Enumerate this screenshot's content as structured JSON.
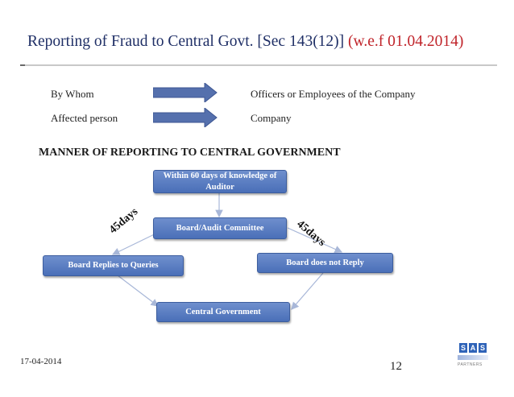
{
  "slide": {
    "title_main": "Reporting of Fraud to Central Govt. [Sec 143(12)] ",
    "title_effective": "(w.e.f 01.04.2014)",
    "rows": [
      {
        "label": "By Whom",
        "value": "Officers or Employees of the Company"
      },
      {
        "label": "Affected person",
        "value": "Company"
      }
    ],
    "section_heading": "MANNER OF REPORTING TO CENTRAL GOVERNMENT",
    "footer_date": "17-04-2014",
    "page_number": "12"
  },
  "flowchart": {
    "start_box": "Within 60 days of  knowledge of Auditor",
    "committee_box": "Board/Audit Committee",
    "left_box": "Board Replies to Queries",
    "right_box": "Board does not Reply",
    "end_box": "Central Government",
    "left_days": "45days",
    "right_days": "45days"
  },
  "logo": {
    "letters": [
      "S",
      "A",
      "S"
    ],
    "caption": "PARTNERS"
  },
  "colors": {
    "title": "#1f2f66",
    "title_accent": "#c0242a",
    "box_fill": "#5b7fc4",
    "arrow_fill": "#5570ad",
    "connector": "#a8b7d8"
  }
}
